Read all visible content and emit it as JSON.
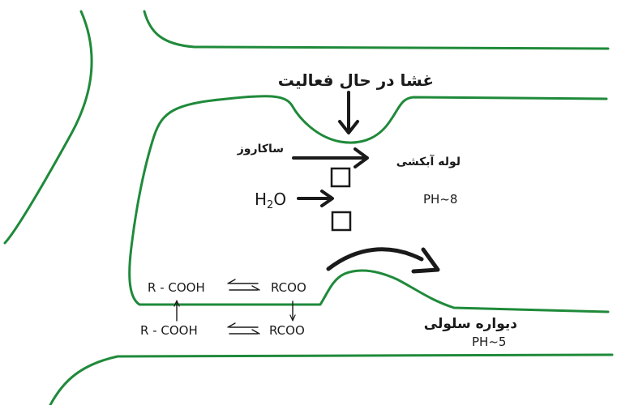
{
  "colors": {
    "membrane": "#1f8a3a",
    "ink": "#1a1a1a",
    "background": "#ffffff"
  },
  "labels": {
    "active_membrane": "غشا در حال فعالیت",
    "sucrose": "ساکاروز",
    "phloem_tube": "لوله آبکشی",
    "tube_ph": "PH~8",
    "water_sym": "H",
    "water_sub": "2",
    "water_o": "O",
    "cell_wall": "دیواره سلولی",
    "wall_ph": "PH~5",
    "acid_top": "R - COOH",
    "base_top": "RCOO",
    "acid_bottom": "R - COOH",
    "base_bottom": "RCOO"
  }
}
